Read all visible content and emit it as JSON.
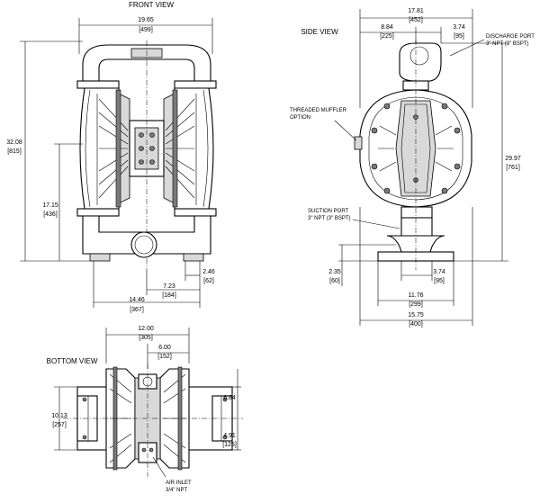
{
  "views": {
    "front": "FRONT VIEW",
    "side": "SIDE VIEW",
    "bottom": "BOTTOM VIEW"
  },
  "front_dims": {
    "width_in": "19.65",
    "width_mm": "[499]",
    "height_in": "32.08",
    "height_mm": "[815]",
    "inlet_in": "17.15",
    "inlet_mm": "[436]",
    "base_in": "14.46",
    "base_mm": "[367]",
    "ctr_in": "7.23",
    "ctr_mm": "[184]",
    "foot_in": "2.46",
    "foot_mm": "[62]"
  },
  "side_dims": {
    "width_in": "17.81",
    "width_mm": "[452]",
    "half_in": "8.84",
    "half_mm": "[225]",
    "port_in": "3.74",
    "port_mm": "[95]",
    "height_in": "29.97",
    "height_mm": "[761]",
    "suc_h_in": "2.35",
    "suc_h_mm": "[60]",
    "suc_w_in": "3.74",
    "suc_w_mm": "[95]",
    "base_in": "11.76",
    "base_mm": "[299]",
    "overall_in": "15.75",
    "overall_mm": "[400]"
  },
  "callouts": {
    "discharge_1": "DISCHARGE PORT",
    "discharge_2": "3\" NPT (3\" BSPT)",
    "muffler_1": "THREADED MUFFLER",
    "muffler_2": "OPTION",
    "suction_1": "SUCTION PORT",
    "suction_2": "3\" NPT (3\" BSPT)",
    "air_1": "AIR INLET",
    "air_2": "3/4\" NPT"
  },
  "bottom_dims": {
    "width_in": "12.00",
    "width_mm": "[305]",
    "half_in": "6.00",
    "half_mm": "[152]",
    "height_in": "10.13",
    "height_mm": "[257]",
    "upper_in": "6.84",
    "upper_mm": "",
    "lower_in": "4.91",
    "lower_mm": "[125]"
  }
}
